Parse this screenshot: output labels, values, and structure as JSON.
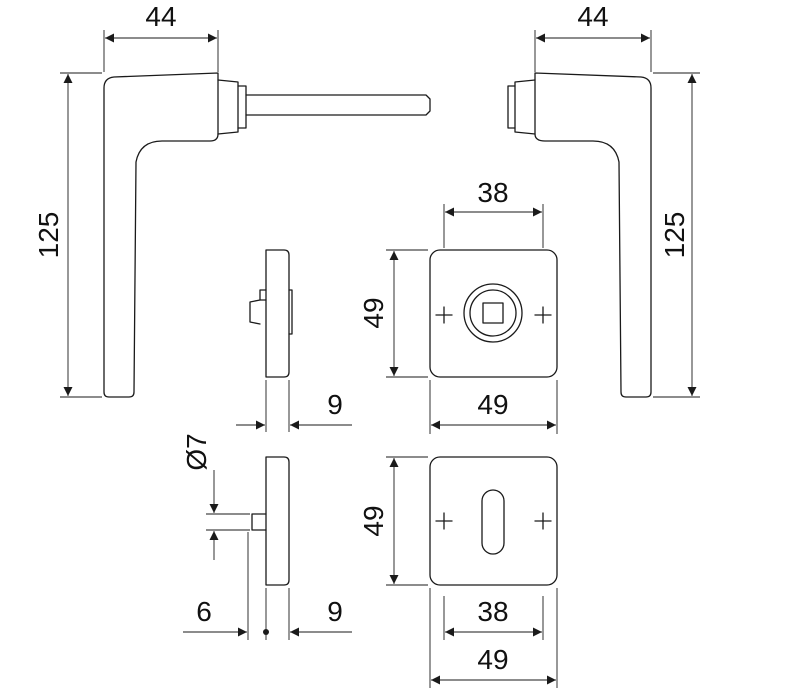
{
  "dimensions": {
    "left_handle_width": "44",
    "left_handle_height": "125",
    "right_handle_width": "44",
    "right_handle_height": "125",
    "rosette_top_hole_spacing": "38",
    "rosette_top_height": "49",
    "rosette_top_width": "49",
    "rosette_side_thickness": "9",
    "pin_diameter": "Ø7",
    "pin_length": "6",
    "rosette_bottom_thickness": "9",
    "escutcheon_height": "49",
    "escutcheon_hole_spacing": "38",
    "escutcheon_width": "49"
  },
  "colors": {
    "line": "#1a1a1a",
    "background": "#ffffff"
  }
}
